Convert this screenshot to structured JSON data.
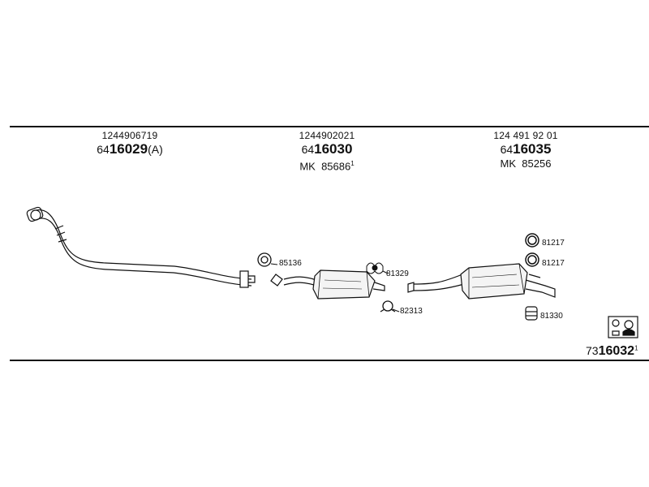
{
  "columns": [
    {
      "oe": "1244906719",
      "prefix": "64",
      "number": "16029",
      "suffix": "(A)"
    },
    {
      "oe": "1244902021",
      "prefix": "64",
      "number": "16030",
      "suffix": "",
      "mk_label": "MK",
      "mk_number": "85686",
      "mk_sup": "1"
    },
    {
      "oe": "124 491 92 01",
      "prefix": "64",
      "number": "16035",
      "suffix": "",
      "mk_label": "MK",
      "mk_number": "85256"
    }
  ],
  "parts": {
    "p85136": "85136",
    "p81329": "81329",
    "p82313": "82313",
    "p81217a": "81217",
    "p81217b": "81217",
    "p81330": "81330"
  },
  "footer": {
    "prefix": "73",
    "number": "16032",
    "sup": "1"
  },
  "icons": {
    "set_icon": "parts-set-icon"
  }
}
